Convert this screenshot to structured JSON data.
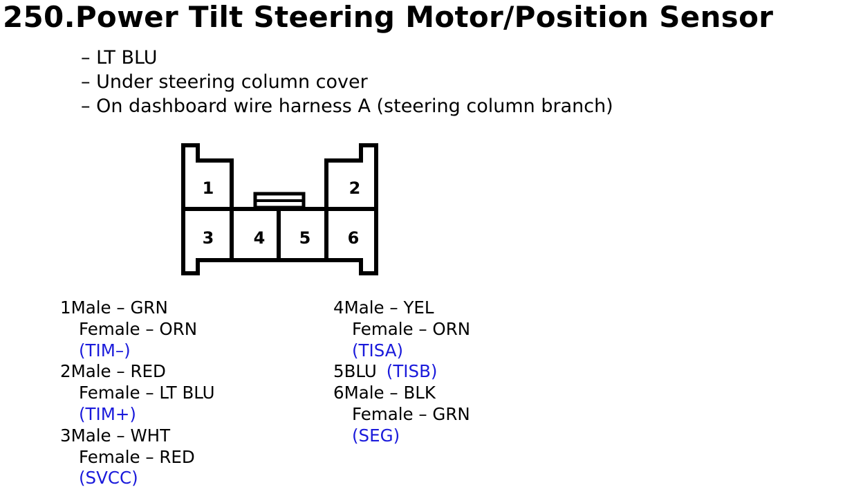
{
  "title": "250.Power Tilt Steering Motor/Position Sensor",
  "bullets": [
    "– LT BLU",
    "– Under steering column cover",
    "– On dashboard wire harness A (steering column branch)"
  ],
  "connector": {
    "pin_labels": [
      "1",
      "2",
      "3",
      "4",
      "5",
      "6"
    ]
  },
  "pins": [
    {
      "num": "1",
      "male": "Male – GRN",
      "female": "Female – ORN",
      "signal": "(TIM–)"
    },
    {
      "num": "2",
      "male": "Male – RED",
      "female": "Female – LT BLU",
      "signal": "(TIM+)"
    },
    {
      "num": "3",
      "male": "Male – WHT",
      "female": "Female – RED",
      "signal": "(SVCC)"
    },
    {
      "num": "4",
      "male": "Male – YEL",
      "female": "Female – ORN",
      "signal": "(TISA)"
    },
    {
      "num": "5",
      "male": "BLU",
      "signal": "(TISB)"
    },
    {
      "num": "6",
      "male": "Male – BLK",
      "female": "Female – GRN",
      "signal": "(SEG)"
    }
  ],
  "colors": {
    "text": "#000000",
    "signal": "#1a1adb",
    "background": "#ffffff"
  }
}
